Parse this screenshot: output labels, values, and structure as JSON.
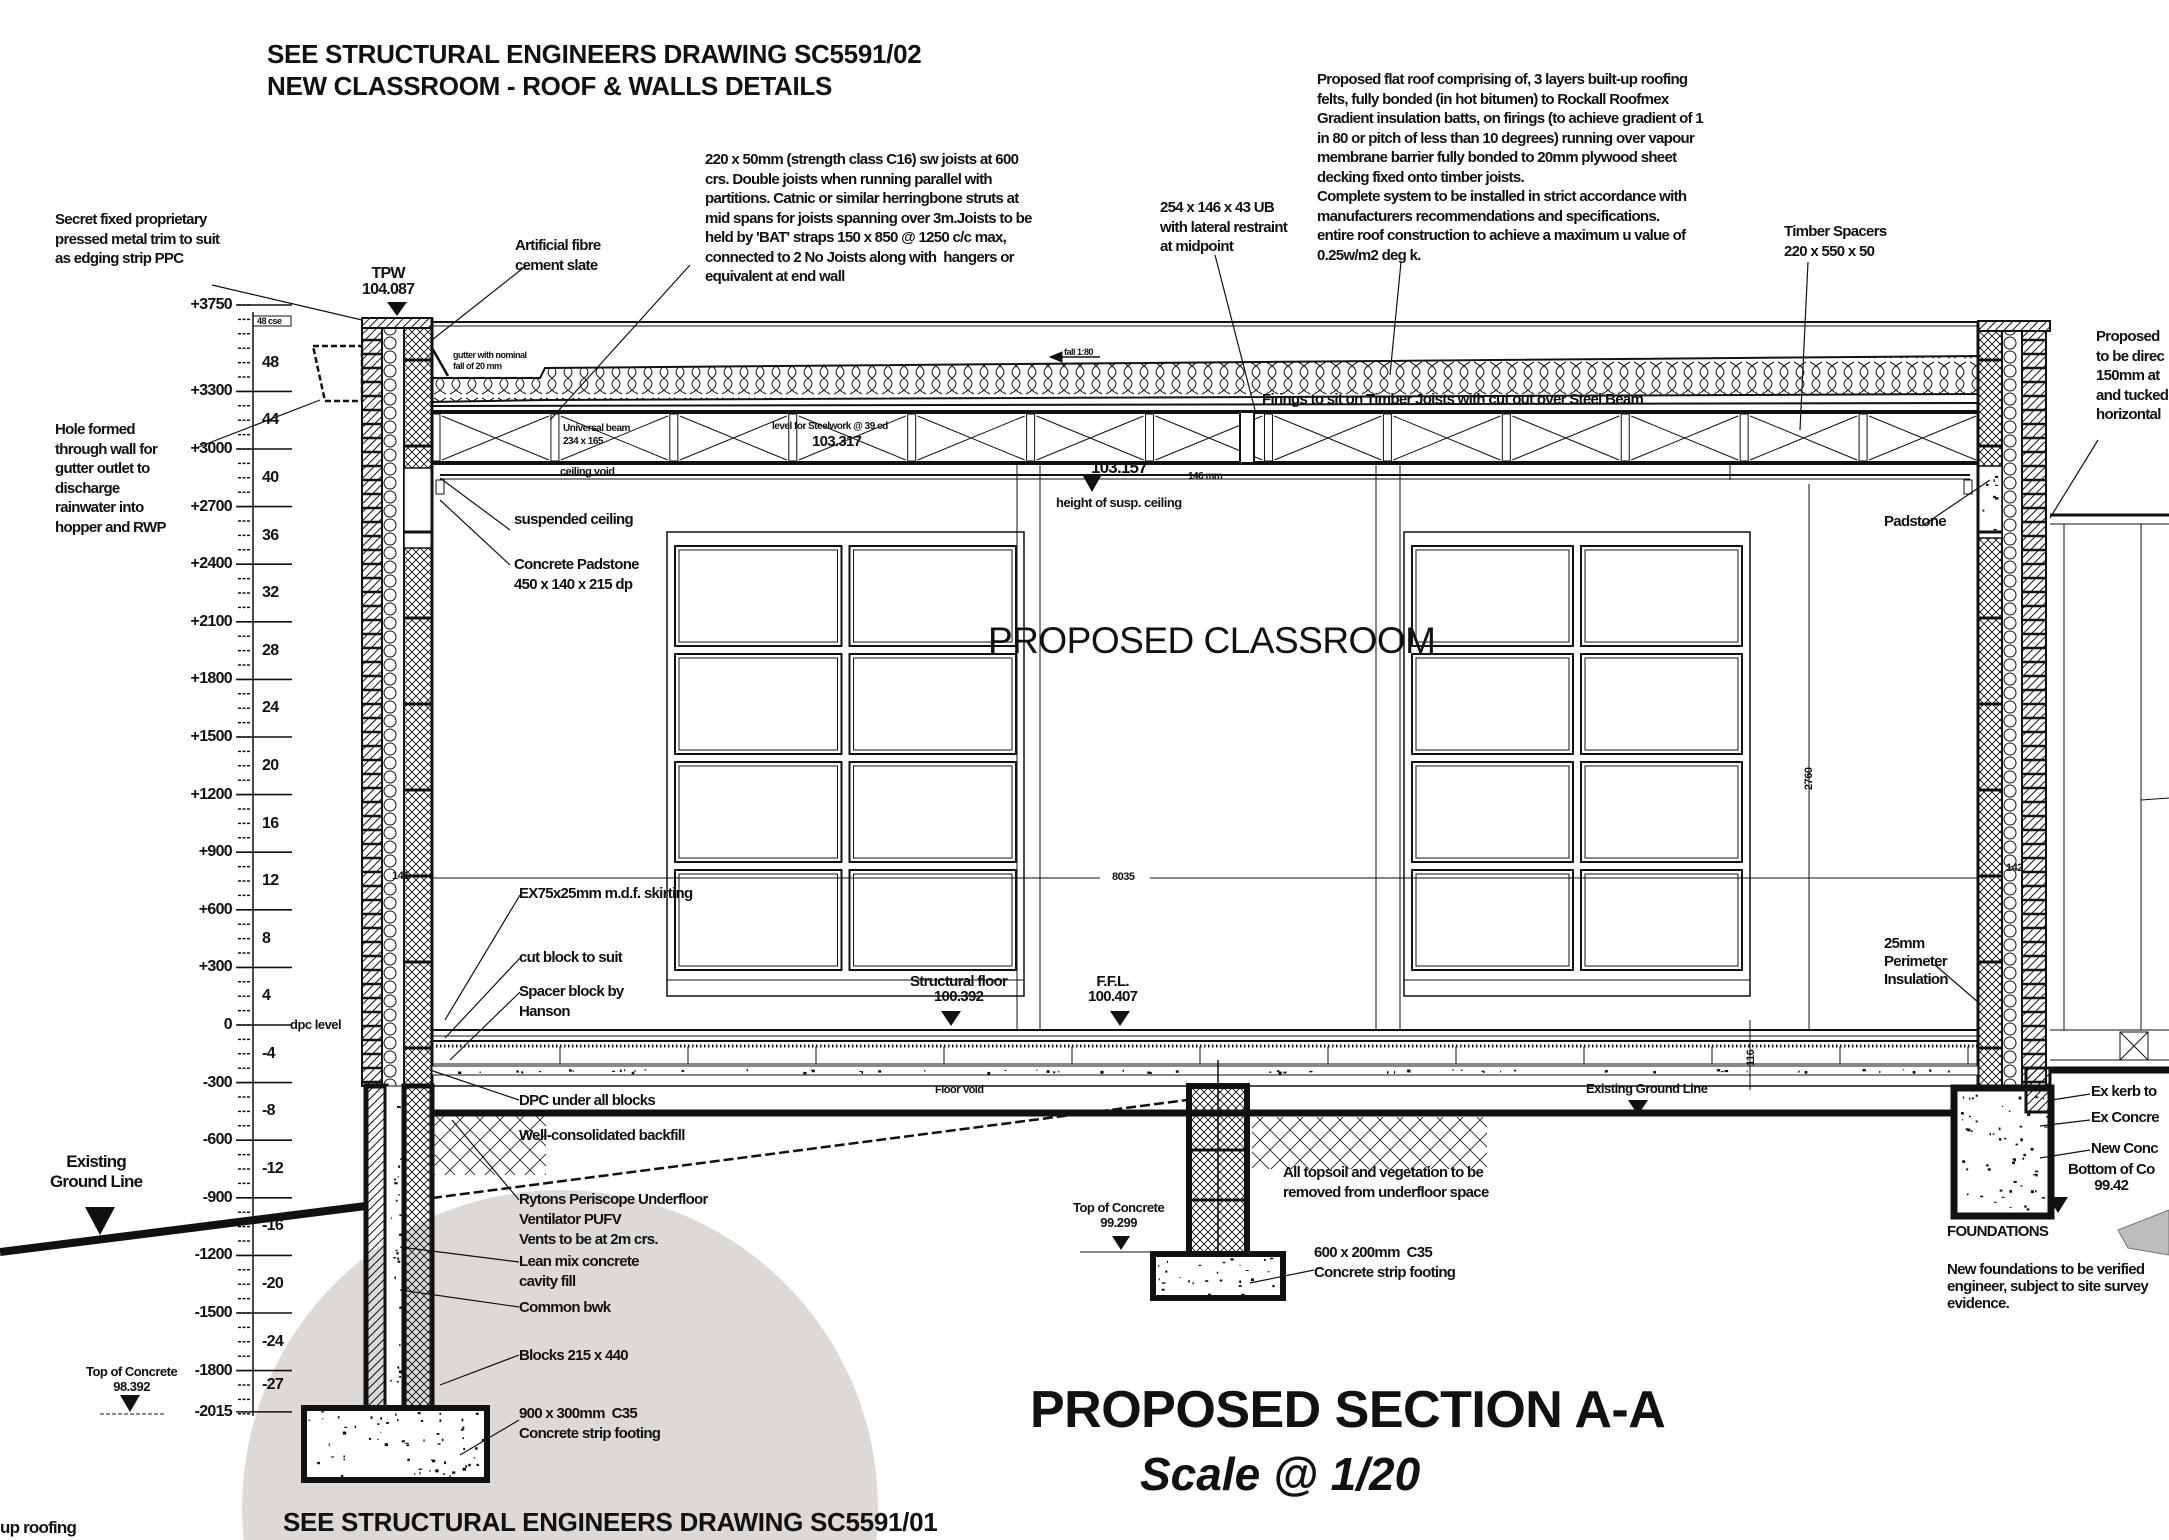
{
  "header": {
    "title_line1": "SEE STRUCTURAL ENGINEERS DRAWING SC5591/02",
    "title_line2": "NEW CLASSROOM - ROOF & WALLS DETAILS"
  },
  "footer": {
    "structural_ref": "SEE STRUCTURAL ENGINEERS DRAWING SC5591/01",
    "section_title": "PROPOSED SECTION A-A",
    "scale": "Scale @ 1/20",
    "cutoff_note": "up roofing"
  },
  "room_label": "PROPOSED CLASSROOM",
  "ruler": {
    "mm_labels": [
      "+3750",
      "+3300",
      "+3000",
      "+2700",
      "+2400",
      "+2100",
      "+1800",
      "+1500",
      "+1200",
      "+900",
      "+600",
      "+300",
      "0",
      "-300",
      "-600",
      "-900",
      "-1200",
      "-1500",
      "-1800",
      "-2015"
    ],
    "mm_values": [
      3750,
      3300,
      3000,
      2700,
      2400,
      2100,
      1800,
      1500,
      1200,
      900,
      600,
      300,
      0,
      -300,
      -600,
      -900,
      -1200,
      -1500,
      -1800,
      -2015
    ],
    "courses_header": "48 cse",
    "courses": [
      48,
      44,
      40,
      36,
      32,
      28,
      24,
      20,
      16,
      12,
      8,
      4,
      -4,
      -8,
      -12,
      -16,
      -20,
      -24,
      -27
    ]
  },
  "levels": {
    "tpw_label": "TPW",
    "tpw_value": "104.087",
    "steel_level_label": "level for Steelwork @ 39 cd",
    "steel_level_value": "103.317",
    "ceiling_value": "103.157",
    "ceiling_gap": "146 mm",
    "ceiling_label": "height of susp. ceiling",
    "structural_floor_label": "Structural floor",
    "structural_floor_value": "100.392",
    "ffl_label": "F.F.L.",
    "ffl_value": "100.407",
    "dpc_level": "dpc level",
    "top_concrete_left": "Top of Concrete\n98.392",
    "top_concrete_mid": "Top of Concrete\n99.299",
    "bottom_concrete_right": "Bottom of Co\n99.42"
  },
  "dimensions": {
    "height": "2760",
    "width": "8035",
    "wall_left": "141",
    "wall_right": "142",
    "floor_depth": "116"
  },
  "notes": {
    "edge_trim": "Secret fixed proprietary\npressed metal trim to suit\nas edging strip PPC",
    "slate": "Artificial fibre\ncement slate",
    "joists": "220 x 50mm (strength class C16) sw joists at 600\ncrs. Double joists when running parallel with\npartitions. Catnic or similar herringbone struts at\nmid spans for joists spanning over 3m.Joists to be\nheld by 'BAT' straps 150 x 850 @ 1250 c/c max,\nconnected to 2 No Joists along with  hangers or\nequivalent at end wall",
    "steel_beam": "254 x 146 x 43 UB\nwith lateral restraint\nat midpoint",
    "roof_build_up": "Proposed flat roof comprising of, 3 layers built-up roofing\nfelts, fully bonded (in hot bitumen) to Rockall Roofmex\nGradient insulation batts, on firings (to achieve gradient of 1\nin 80 or pitch of less than 10 degrees) running over vapour\nmembrane barrier fully bonded to 20mm plywood sheet\ndecking fixed onto timber joists.\nComplete system to be installed in strict accordance with\nmanufacturers recommendations and specifications.\nentire roof construction to achieve a maximum u value of\n0.25w/m2 deg k.",
    "timber_spacers": "Timber Spacers\n220 x 550 x 50",
    "right_cutoff": "Proposed\nto be direc\n150mm at\nand tucked\nhorizontal",
    "gutter_hole": "Hole formed\nthrough wall for\ngutter outlet to\ndischarge\nrainwater into\nhopper and RWP",
    "gutter": "gutter with nominal\nfall of 20 mm",
    "fall": "fall 1:80",
    "firings": "Firings to sit on Timber Joists with cut out over Steel Beam",
    "universal_beam": "Universal beam\n234 x 165",
    "ceiling_void": "ceiling void",
    "suspended_ceiling": "suspended ceiling",
    "padstone_left": "Concrete Padstone\n450 x 140 x 215 dp",
    "padstone_right": "Padstone",
    "skirting": "EX75x25mm m.d.f. skirting",
    "cut_block": "cut block to suit",
    "spacer": "Spacer block by\nHanson",
    "perimeter": "25mm\nPerimeter\nInsulation",
    "floor_void": "Floor Void",
    "ground_right": "Existing Ground Line",
    "dpc_blocks": "DPC under all blocks",
    "backfill": "Well-consolidated backfill",
    "ground_left": "Existing\nGround Line",
    "ventilator": "Rytons Periscope Underfloor\nVentilator PUFV\nVents to be at 2m crs.",
    "cavity_fill": "Lean mix concrete\ncavity fill",
    "common_bwk": "Common bwk",
    "blocks": "Blocks 215 x 440",
    "footing_left": "900 x 300mm  C35\nConcrete strip footing",
    "topsoil": "All topsoil and vegetation to be\nremoved from underfloor space",
    "footing_mid": "600 x 200mm  C35\nConcrete strip footing",
    "ex_kerb": "Ex kerb to",
    "ex_concrete": "Ex Concre",
    "new_concrete": "New Conc",
    "foundations": "FOUNDATIONS",
    "foundations_note": "New foundations to be verified\nengineer, subject to site survey\nevidence."
  },
  "colors": {
    "ink": "#111111",
    "highlight_circle": "#dcd9d6",
    "paper": "#ffffff"
  }
}
